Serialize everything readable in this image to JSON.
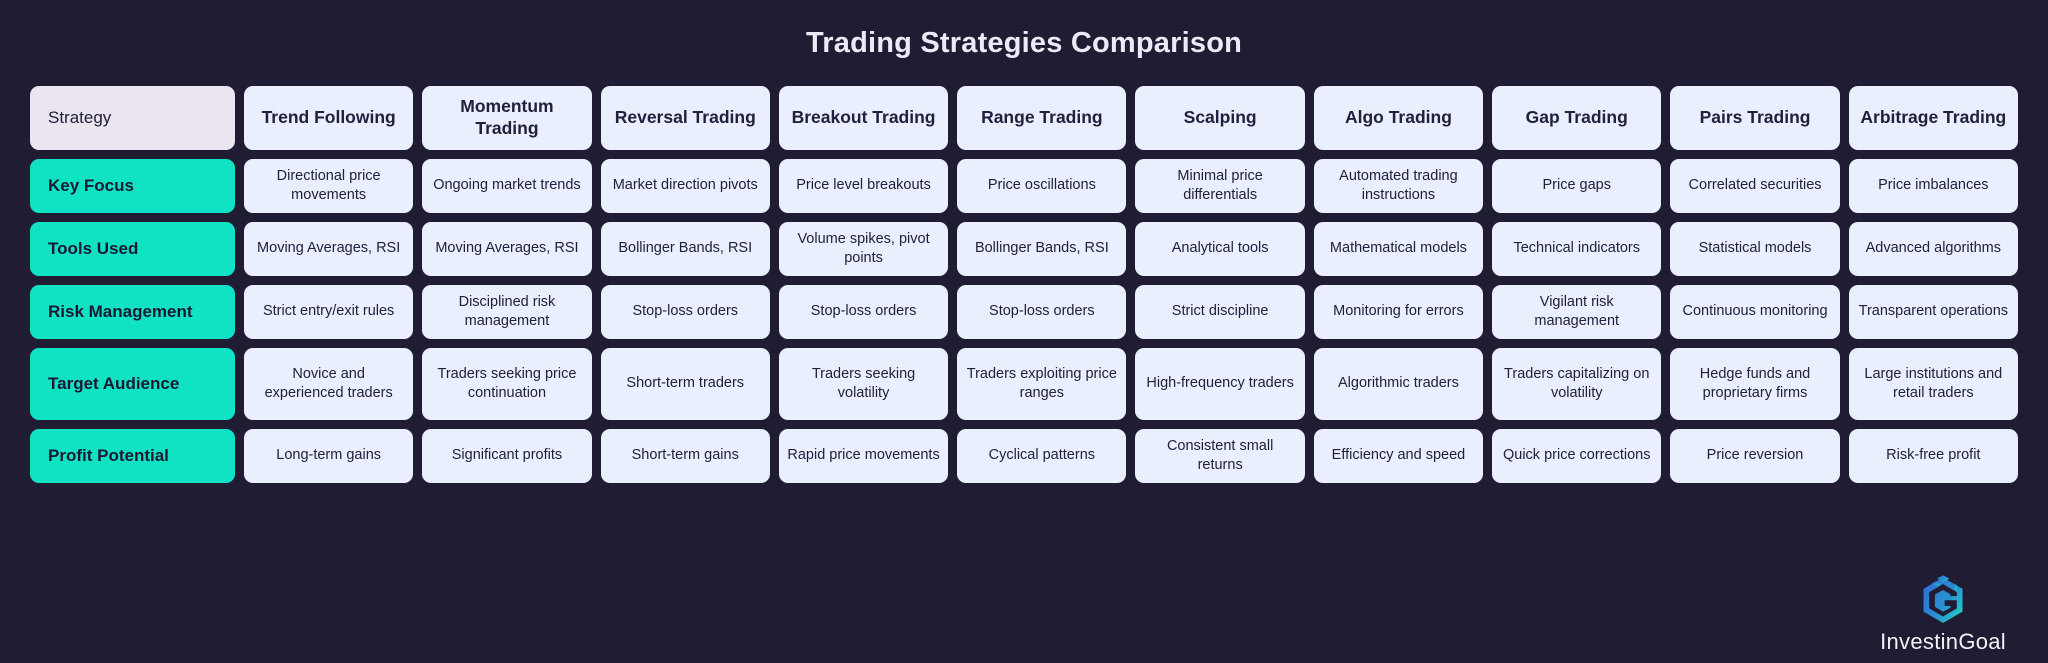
{
  "title": "Trading Strategies Comparison",
  "brand": {
    "name": "InvestinGoal",
    "logo_icon": "hexagon-ig-monogram-icon",
    "gradient_from": "#2e6fd4",
    "gradient_to": "#1fd8c0"
  },
  "colors": {
    "background": "#1f1c34",
    "cell_bg": "#e9effd",
    "cell_text": "#23203d",
    "label_accent": "#0fe3c4",
    "corner_bg": "#eae5ee",
    "title_text": "#eceaf6"
  },
  "table": {
    "corner_label": "Strategy",
    "columns": [
      "Trend Following",
      "Momentum Trading",
      "Reversal Trading",
      "Breakout Trading",
      "Range Trading",
      "Scalping",
      "Algo Trading",
      "Gap Trading",
      "Pairs Trading",
      "Arbitrage Trading"
    ],
    "rows": [
      {
        "label": "Key Focus",
        "tall": false,
        "values": [
          "Directional price movements",
          "Ongoing market trends",
          "Market direction pivots",
          "Price level breakouts",
          "Price oscillations",
          "Minimal price differentials",
          "Automated trading instructions",
          "Price gaps",
          "Correlated securities",
          "Price imbalances"
        ]
      },
      {
        "label": "Tools Used",
        "tall": false,
        "values": [
          "Moving Averages, RSI",
          "Moving Averages, RSI",
          "Bollinger Bands, RSI",
          "Volume spikes, pivot points",
          "Bollinger Bands, RSI",
          "Analytical tools",
          "Mathematical models",
          "Technical indicators",
          "Statistical models",
          "Advanced algorithms"
        ]
      },
      {
        "label": "Risk Management",
        "tall": false,
        "values": [
          "Strict entry/exit rules",
          "Disciplined risk management",
          "Stop-loss orders",
          "Stop-loss orders",
          "Stop-loss orders",
          "Strict discipline",
          "Monitoring for errors",
          "Vigilant risk management",
          "Continuous monitoring",
          "Transparent operations"
        ]
      },
      {
        "label": "Target Audience",
        "tall": true,
        "values": [
          "Novice and experienced traders",
          "Traders seeking price continuation",
          "Short-term traders",
          "Traders seeking volatility",
          "Traders exploiting price ranges",
          "High-frequency traders",
          "Algorithmic traders",
          "Traders capitalizing on volatility",
          "Hedge funds and proprietary firms",
          "Large institutions and retail traders"
        ]
      },
      {
        "label": "Profit Potential",
        "tall": false,
        "values": [
          "Long-term gains",
          "Significant profits",
          "Short-term gains",
          "Rapid price movements",
          "Cyclical patterns",
          "Consistent small returns",
          "Efficiency and speed",
          "Quick price corrections",
          "Price reversion",
          "Risk-free profit"
        ]
      }
    ]
  }
}
